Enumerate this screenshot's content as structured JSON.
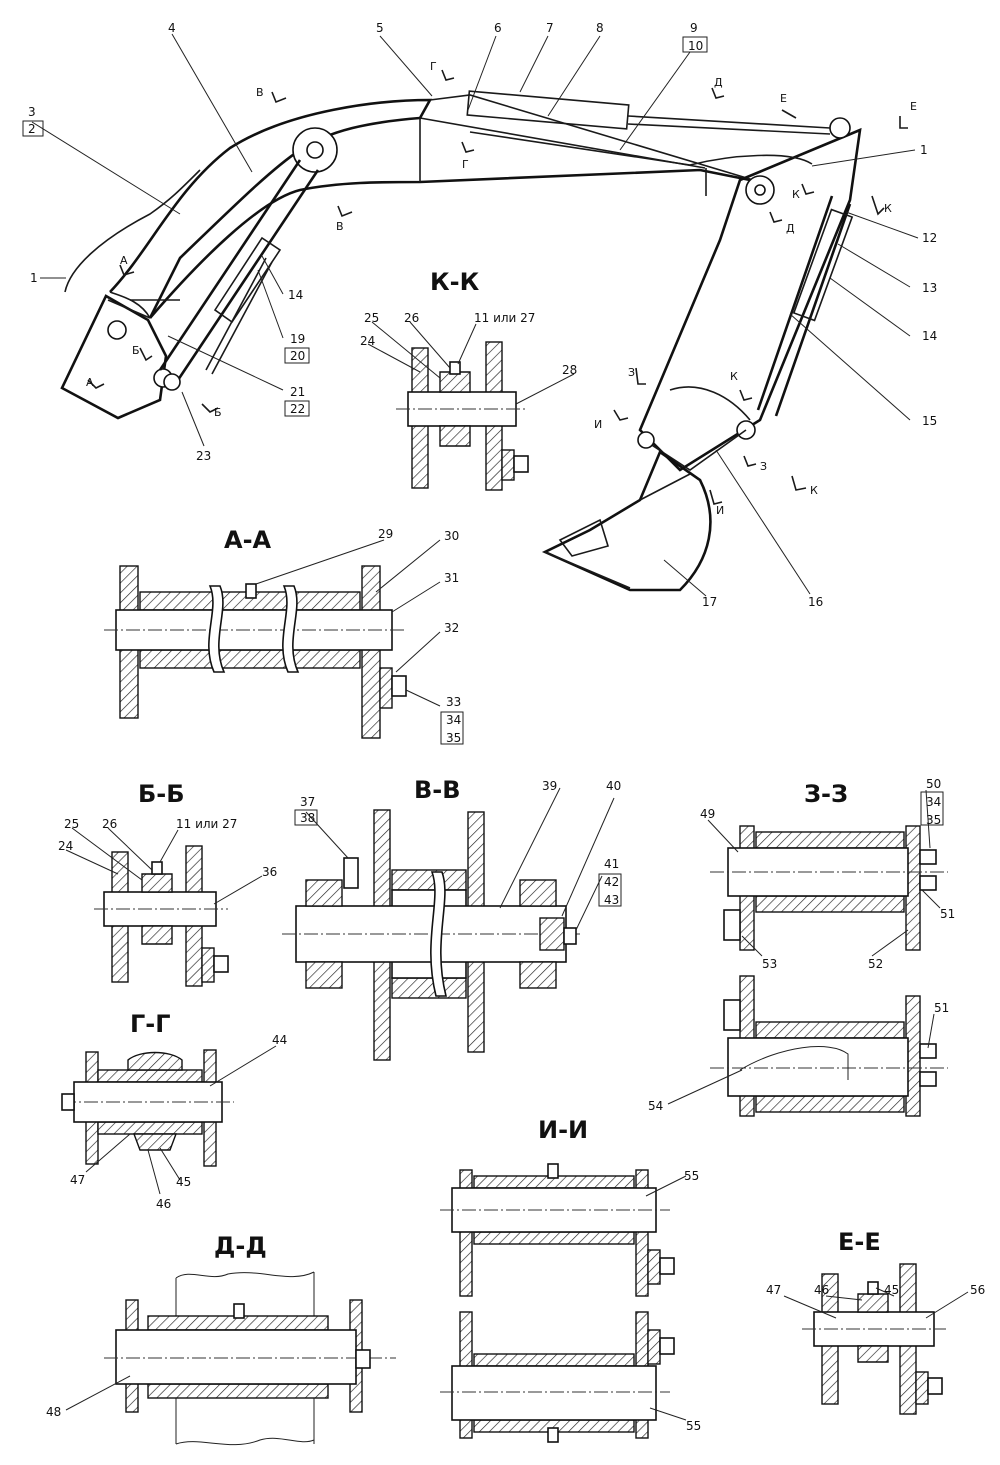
{
  "main_view": {
    "callouts": {
      "n1a": "1",
      "n1b": "1",
      "n2": "2",
      "n3": "3",
      "n4": "4",
      "n5": "5",
      "n6": "6",
      "n7": "7",
      "n8": "8",
      "n9": "9",
      "n10": "10",
      "n12": "12",
      "n13": "13",
      "n14a": "14",
      "n14b": "14",
      "n15": "15",
      "n16": "16",
      "n17": "17",
      "n19": "19",
      "n20": "20",
      "n21": "21",
      "n22": "22",
      "n23": "23"
    },
    "cut_marks": {
      "a1": "А",
      "a2": "А",
      "b1": "Б",
      "b2": "Б",
      "v1": "В",
      "v2": "В",
      "g1": "Г",
      "g2": "Г",
      "d1": "Д",
      "d2": "Д",
      "e1": "Е",
      "e2": "Е",
      "k1": "К",
      "k2": "К",
      "k3": "К",
      "k4": "К",
      "z1": "З",
      "z2": "З",
      "i1": "И",
      "i2": "И"
    }
  },
  "sections": {
    "kk": {
      "title": "К-К",
      "labels": {
        "n25": "25",
        "n26": "26",
        "n11": "11 или 27",
        "n24": "24",
        "n28": "28"
      }
    },
    "aa": {
      "title": "А-А",
      "labels": {
        "n29": "29",
        "n30": "30",
        "n31": "31",
        "n32": "32",
        "n33": "33",
        "n34": "34",
        "n35": "35"
      }
    },
    "bb": {
      "title": "Б-Б",
      "labels": {
        "n25": "25",
        "n26": "26",
        "n11": "11 или 27",
        "n24": "24",
        "n36": "36"
      }
    },
    "vv": {
      "title": "В-В",
      "labels": {
        "n37": "37",
        "n38": "38",
        "n39": "39",
        "n40": "40",
        "n41": "41",
        "n42": "42",
        "n43": "43"
      }
    },
    "zz": {
      "title": "З-З",
      "labels": {
        "n49": "49",
        "n50": "50",
        "n34": "34",
        "n35": "35",
        "n51a": "51",
        "n51b": "51",
        "n52": "52",
        "n53": "53",
        "n54": "54"
      }
    },
    "gg": {
      "title": "Г-Г",
      "labels": {
        "n44": "44",
        "n45": "45",
        "n46": "46",
        "n47": "47"
      }
    },
    "ii": {
      "title": "И-И",
      "labels": {
        "n55a": "55",
        "n55b": "55"
      }
    },
    "dd": {
      "title": "Д-Д",
      "labels": {
        "n48": "48"
      }
    },
    "ee": {
      "title": "Е-Е",
      "labels": {
        "n45": "45",
        "n46": "46",
        "n47": "47",
        "n56": "56"
      }
    }
  }
}
